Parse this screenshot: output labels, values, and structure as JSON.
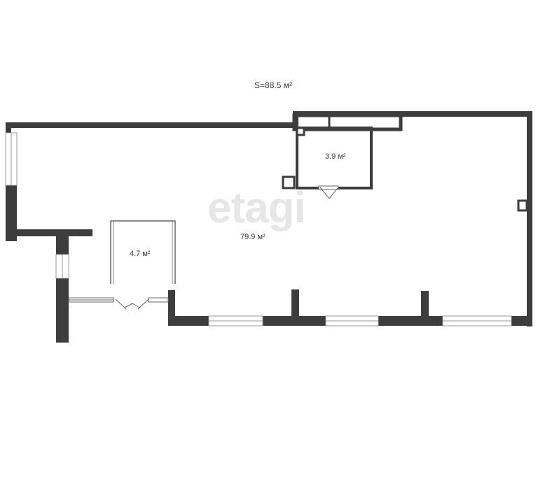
{
  "total_area": "S=88.5 м²",
  "watermark": "etagi",
  "rooms": [
    {
      "id": "main-hall",
      "area": "79.9 м²"
    },
    {
      "id": "small-room",
      "area": "4.7 м²"
    },
    {
      "id": "storage-room",
      "area": "3.9 м²"
    }
  ],
  "colors": {
    "wall": "#3d3d3d",
    "window_frame": "#9a9a9a",
    "partition": "#555555",
    "watermark": "#e6e6e6",
    "text": "#3a3a3a"
  }
}
